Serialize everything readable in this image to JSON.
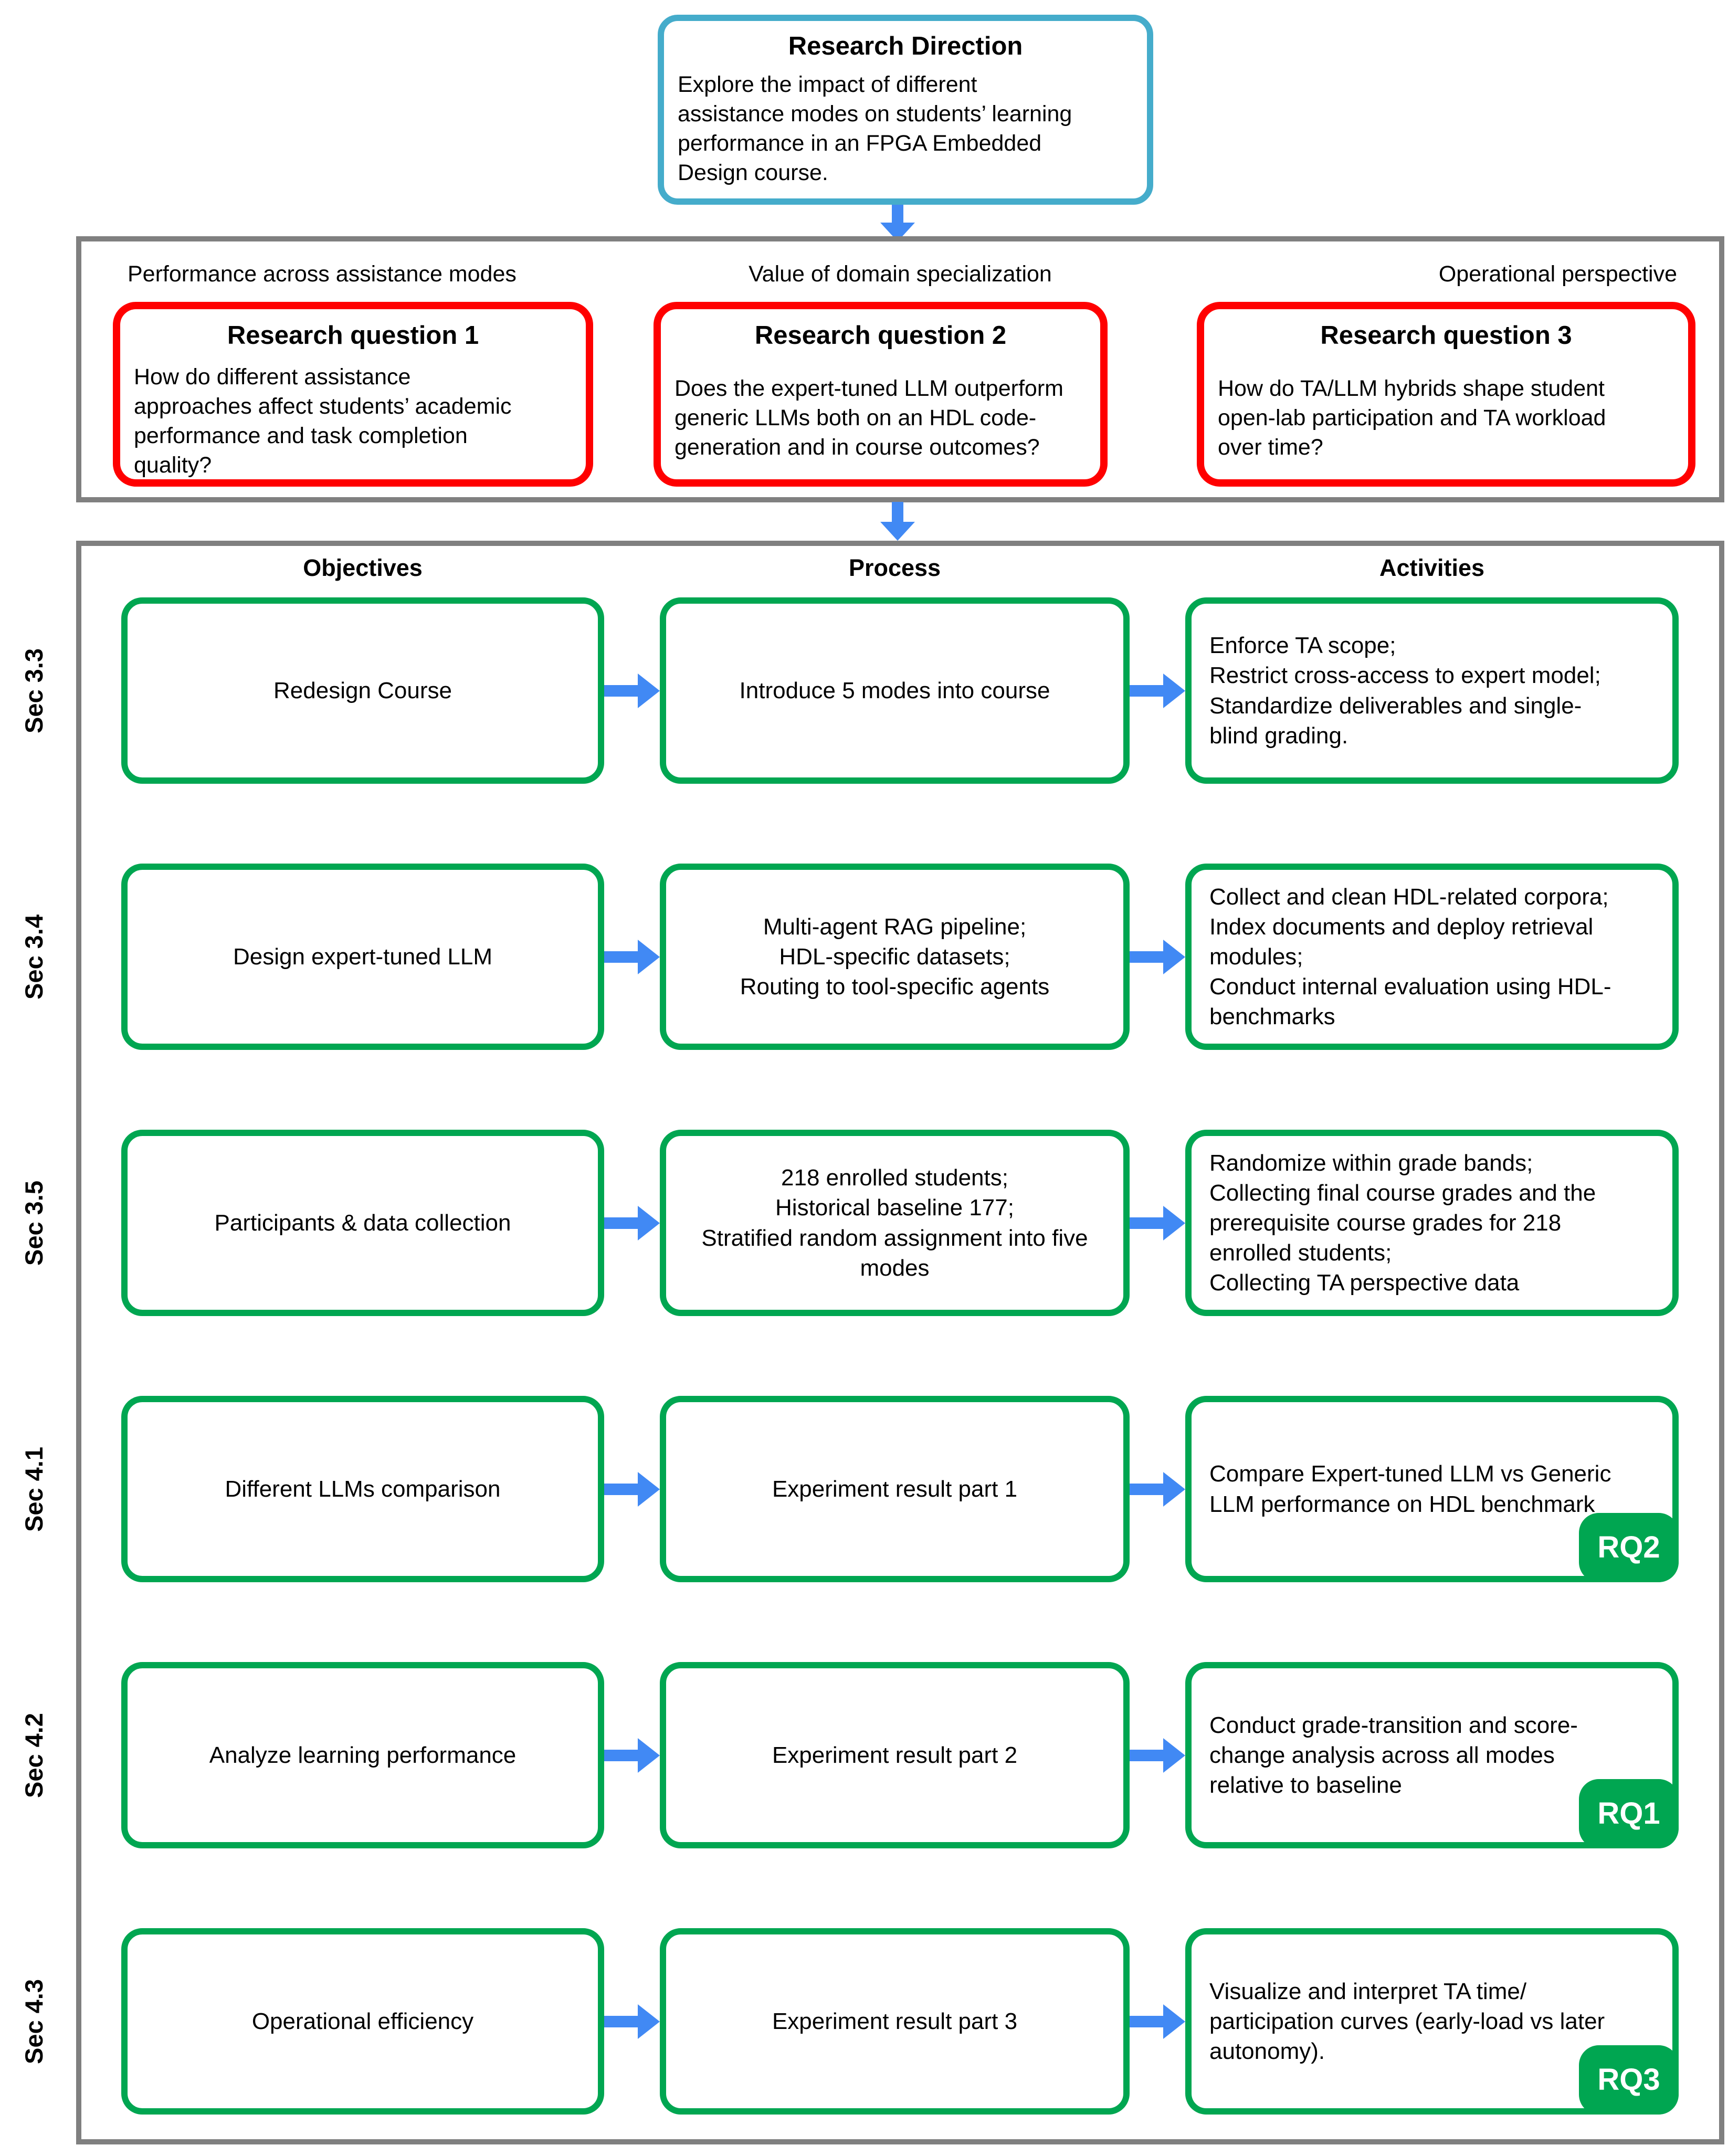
{
  "colors": {
    "direction_border": "#45ACCB",
    "question_border": "#FF0000",
    "method_border": "#00A651",
    "arrow_blue": "#4189F4",
    "container_gray": "#808080",
    "badge_fill": "#00A651",
    "badge_text": "#FFFFFF"
  },
  "research_direction": {
    "title": "Research Direction",
    "body": "Explore the impact of different\nassistance modes on students’ learning\nperformance in an FPGA Embedded\nDesign course."
  },
  "research_questions": {
    "items": [
      {
        "category": "Performance across assistance modes",
        "title": "Research question 1",
        "body": "How do different assistance\napproaches affect students’ academic\nperformance and task completion\nquality?"
      },
      {
        "category": "Value of domain specialization",
        "title": "Research question 2",
        "body": "Does the expert-tuned LLM outperform\ngeneric LLMs both on an HDL code-\ngeneration and in course outcomes?"
      },
      {
        "category": "Operational perspective",
        "title": "Research question 3",
        "body": "How do TA/LLM hybrids shape student\nopen-lab participation and TA workload\nover time?"
      }
    ]
  },
  "methodology": {
    "headers": [
      "Objectives",
      "Process",
      "Activities"
    ],
    "rows": [
      {
        "section": "Sec 3.3",
        "objective": "Redesign Course",
        "process": "Introduce 5 modes into course",
        "activities": "Enforce TA scope;\nRestrict cross-access to expert model;\nStandardize deliverables and single-\nblind grading.",
        "badge": null
      },
      {
        "section": "Sec 3.4",
        "objective": "Design expert-tuned LLM",
        "process": "Multi-agent RAG pipeline;\nHDL-specific datasets;\nRouting to tool-specific agents",
        "activities": "Collect and clean HDL-related corpora;\nIndex documents and deploy retrieval\nmodules;\nConduct internal evaluation using HDL-\nbenchmarks",
        "badge": null
      },
      {
        "section": "Sec 3.5",
        "objective": "Participants & data collection",
        "process": "218 enrolled students;\nHistorical baseline 177;\nStratified random assignment into five\nmodes",
        "activities": "Randomize within grade bands;\nCollecting final course grades and the\nprerequisite course grades for 218\nenrolled students;\nCollecting TA perspective data",
        "badge": null
      },
      {
        "section": "Sec 4.1",
        "objective": "Different LLMs comparison",
        "process": "Experiment result part 1",
        "activities": "Compare Expert-tuned LLM vs Generic\nLLM performance on HDL benchmark",
        "badge": "RQ2"
      },
      {
        "section": "Sec 4.2",
        "objective": "Analyze learning performance",
        "process": "Experiment result part 2",
        "activities": "Conduct grade-transition and score-\nchange analysis across all modes\nrelative to baseline",
        "badge": "RQ1"
      },
      {
        "section": "Sec 4.3",
        "objective": "Operational efficiency",
        "process": "Experiment result part 3",
        "activities": "Visualize and interpret TA time/\nparticipation curves (early-load vs later\nautonomy).",
        "badge": "RQ3"
      }
    ]
  }
}
